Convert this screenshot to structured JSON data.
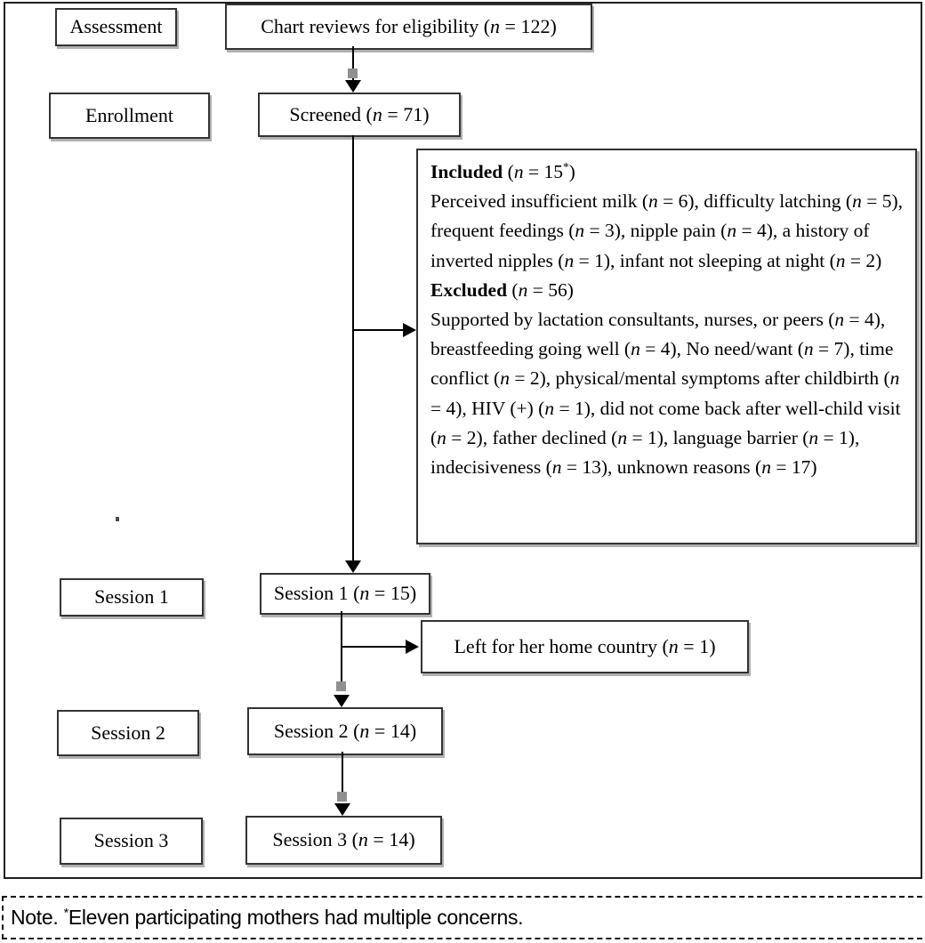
{
  "figure": {
    "stages": [
      {
        "id": "assessment",
        "label": "Assessment"
      },
      {
        "id": "enrollment",
        "label": "Enrollment"
      },
      {
        "id": "session1",
        "label": "Session 1"
      },
      {
        "id": "session2",
        "label": "Session 2"
      },
      {
        "id": "session3",
        "label": "Session 3"
      }
    ],
    "flow": {
      "chart_reviews": "Chart reviews for eligibility (n = 122)",
      "screened": "Screened (n = 71)",
      "session1": "Session 1 (n = 15)",
      "left_home_country": "Left for her home country (n = 1)",
      "session2": "Session 2 (n = 14)",
      "session3": "Session 3 (n = 14)"
    },
    "detail_box": {
      "included_heading": "Included",
      "included_n": "(n = 15*)",
      "included_body": "Perceived insufficient milk (n = 6), difficulty latching (n = 5), frequent feedings (n = 3), nipple pain (n = 4), a history of inverted nipples (n = 1), infant not sleeping at night (n = 2)",
      "excluded_heading": "Excluded",
      "excluded_n": "(n = 56)",
      "excluded_body": "Supported by lactation consultants, nurses, or peers (n = 4), breastfeeding going well (n = 4), No need/want (n = 7), time conflict (n = 2), physical/mental symptoms after childbirth (n = 4), HIV (+) (n = 1), did not come back after well-child visit (n = 2), father declined (n = 1), language barrier (n = 1), indecisiveness (n = 13), unknown reasons (n = 17)"
    },
    "note": "Note. *Eleven participating mothers had multiple concerns.",
    "colors": {
      "box_border": "#333333",
      "panel_border": "#1f1f1f",
      "shadow": "#969696",
      "arrow": "#000000"
    }
  }
}
